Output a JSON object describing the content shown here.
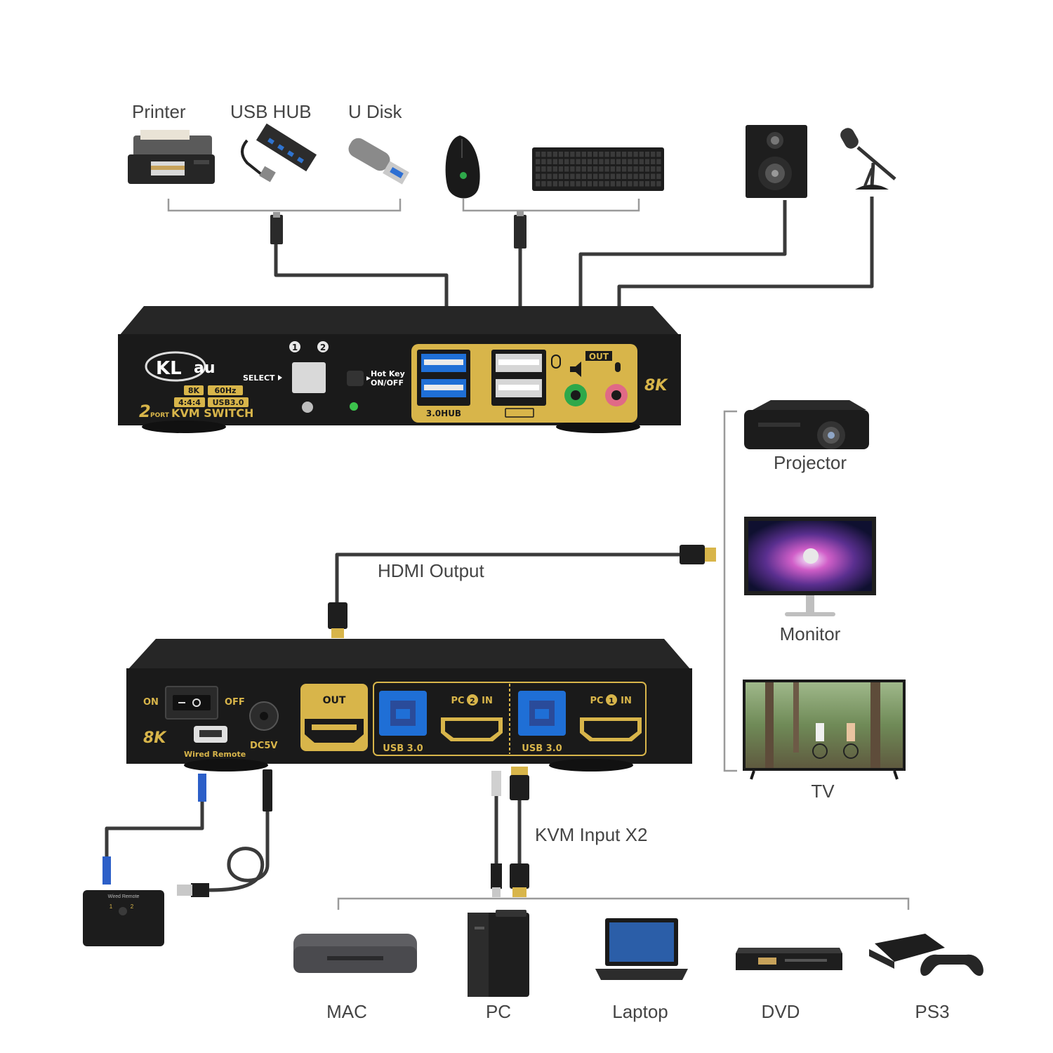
{
  "colors": {
    "panel_gold": "#d8b54a",
    "device_body": "#1c1c1c",
    "cable": "#3a3a3a",
    "usb3_blue": "#1f6fd6",
    "audio_green": "#2ea84a",
    "audio_pink": "#e06a86"
  },
  "top_peripherals": {
    "printer": "Printer",
    "usb_hub": "USB HUB",
    "u_disk": "U Disk"
  },
  "front_panel": {
    "logo_kl": "KL",
    "logo_au": "au",
    "port_1": "1",
    "port_2": "2",
    "select": "SELECT",
    "hotkey_line1": "Hot Key",
    "hotkey_line2": "ON/OFF",
    "badge_8k": "8K",
    "badge_60hz": "60Hz",
    "badge_444": "4:4:4",
    "badge_usb30": "USB3.0",
    "product_num": "2",
    "product_port": "PORT",
    "product_name": "KVM SWITCH",
    "hub_label": "3.0HUB",
    "out_label": "OUT",
    "resolution": "8K"
  },
  "output_devices": {
    "projector": "Projector",
    "monitor": "Monitor",
    "tv": "TV"
  },
  "hdmi_output_label": "HDMI Output",
  "rear_panel": {
    "on": "ON",
    "off": "OFF",
    "resolution": "8K",
    "wired_remote": "Wired Remote",
    "dc": "DC5V",
    "out": "OUT",
    "pc2_in_pre": "PC",
    "pc2_num": "2",
    "pc2_in_post": "IN",
    "pc1_in_pre": "PC",
    "pc1_num": "1",
    "pc1_in_post": "IN",
    "usb30_a": "USB 3.0",
    "usb30_b": "USB 3.0"
  },
  "remote": {
    "title": "Wired Remote",
    "key1": "1",
    "key2": "2"
  },
  "kvm_input_label": "KVM Input X2",
  "bottom_devices": {
    "mac": "MAC",
    "pc": "PC",
    "laptop": "Laptop",
    "dvd": "DVD",
    "ps3": "PS3"
  }
}
